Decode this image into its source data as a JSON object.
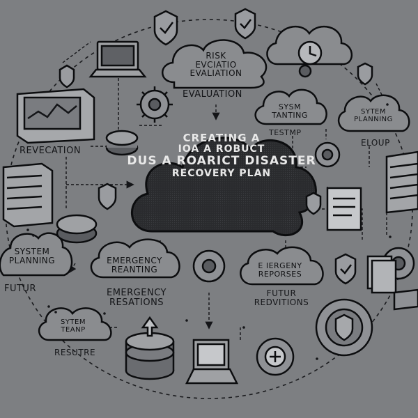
{
  "colors": {
    "background": "#7d7f82",
    "ink": "#141518",
    "cloud_fill": "#2a2b2e",
    "center_text": "#e8e8e8"
  },
  "center": {
    "line1": "CREATING A",
    "line2": "IOA A ROBUCT",
    "line3": "DUS A ROARICT DISASTER",
    "line4": "RECOVERY PLAN"
  },
  "clouds": {
    "risk": {
      "line1": "RISK",
      "line2": "EVCIATIO",
      "line3": "EVALIATION"
    },
    "sysm": {
      "line1": "SYSM",
      "line2": "TANTING"
    },
    "sytem_planning": {
      "line1": "SYTEM",
      "line2": "PLANNING"
    },
    "system_planning_left": {
      "line1": "SYSTEM",
      "line2": "PLANNING"
    },
    "emergency_reanting": {
      "line1": "EMERGENCY",
      "line2": "REANTING"
    },
    "emergency_repo": {
      "line1": "E IERGENY",
      "line2": "REPORSES"
    },
    "sytem_teanp": {
      "line1": "SYTEM",
      "line2": "TEANP"
    }
  },
  "labels": {
    "evaluation": "EVALUATION",
    "revecation": "REVECATION",
    "testmp": "TESTMP",
    "eloup": "ELOUP",
    "futur_left": "FUTUR",
    "emergency_resations": "EMERGENCY RESATIONS",
    "futur_redvitions": "FUTUR REDVITIONS",
    "resutre": "RESUTRE"
  },
  "icons": [
    "shield-check-icon",
    "laptop-icon",
    "cloud-clock-icon",
    "shield-icon",
    "monitor-chart-icon",
    "gear-check-icon",
    "disk-icon",
    "server-rack-icon",
    "document-icon",
    "gear-shield-icon",
    "database-icon",
    "gear-plus-icon"
  ]
}
